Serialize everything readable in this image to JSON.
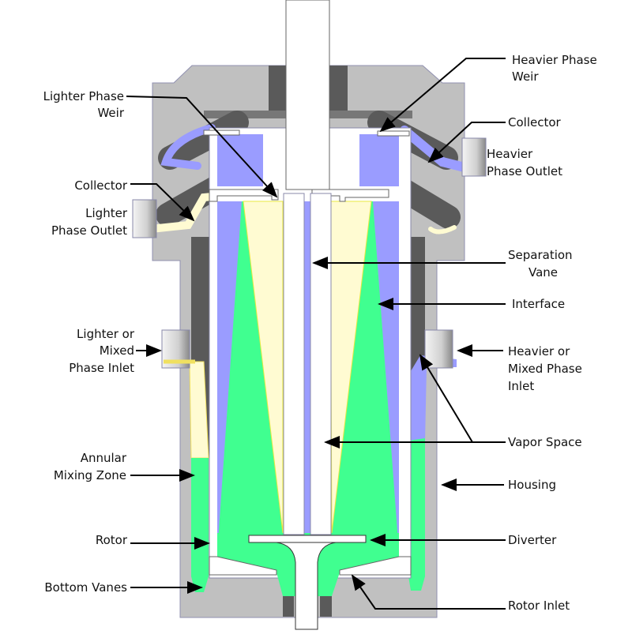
{
  "colors": {
    "housing": "#c0c0c0",
    "cavity": "#5a5a5a",
    "heavier_phase": "#9a9cff",
    "lighter_phase": "#fffbd2",
    "mixed_phase": "#40ff90",
    "rotor": "#ffffff"
  },
  "labels": {
    "lighter_phase_weir": [
      "Lighter Phase",
      "Weir"
    ],
    "heavier_phase_weir": [
      "Heavier Phase",
      "Weir"
    ],
    "collector_right": "Collector",
    "heavier_phase_outlet": [
      "Heavier",
      "Phase Outlet"
    ],
    "collector_left": "Collector",
    "lighter_phase_outlet": [
      "Lighter",
      "Phase Outlet"
    ],
    "separation_vane": [
      "Separation",
      "Vane"
    ],
    "interface": "Interface",
    "lighter_mixed_inlet": [
      "Lighter or",
      "Mixed",
      "Phase Inlet"
    ],
    "heavier_mixed_inlet": [
      "Heavier or",
      "Mixed Phase",
      "Inlet"
    ],
    "vapor_space": "Vapor Space",
    "annular_mixing_zone": [
      "Annular",
      "Mixing Zone"
    ],
    "housing": "Housing",
    "rotor": "Rotor",
    "diverter": "Diverter",
    "bottom_vanes": "Bottom Vanes",
    "rotor_inlet": "Rotor Inlet"
  }
}
